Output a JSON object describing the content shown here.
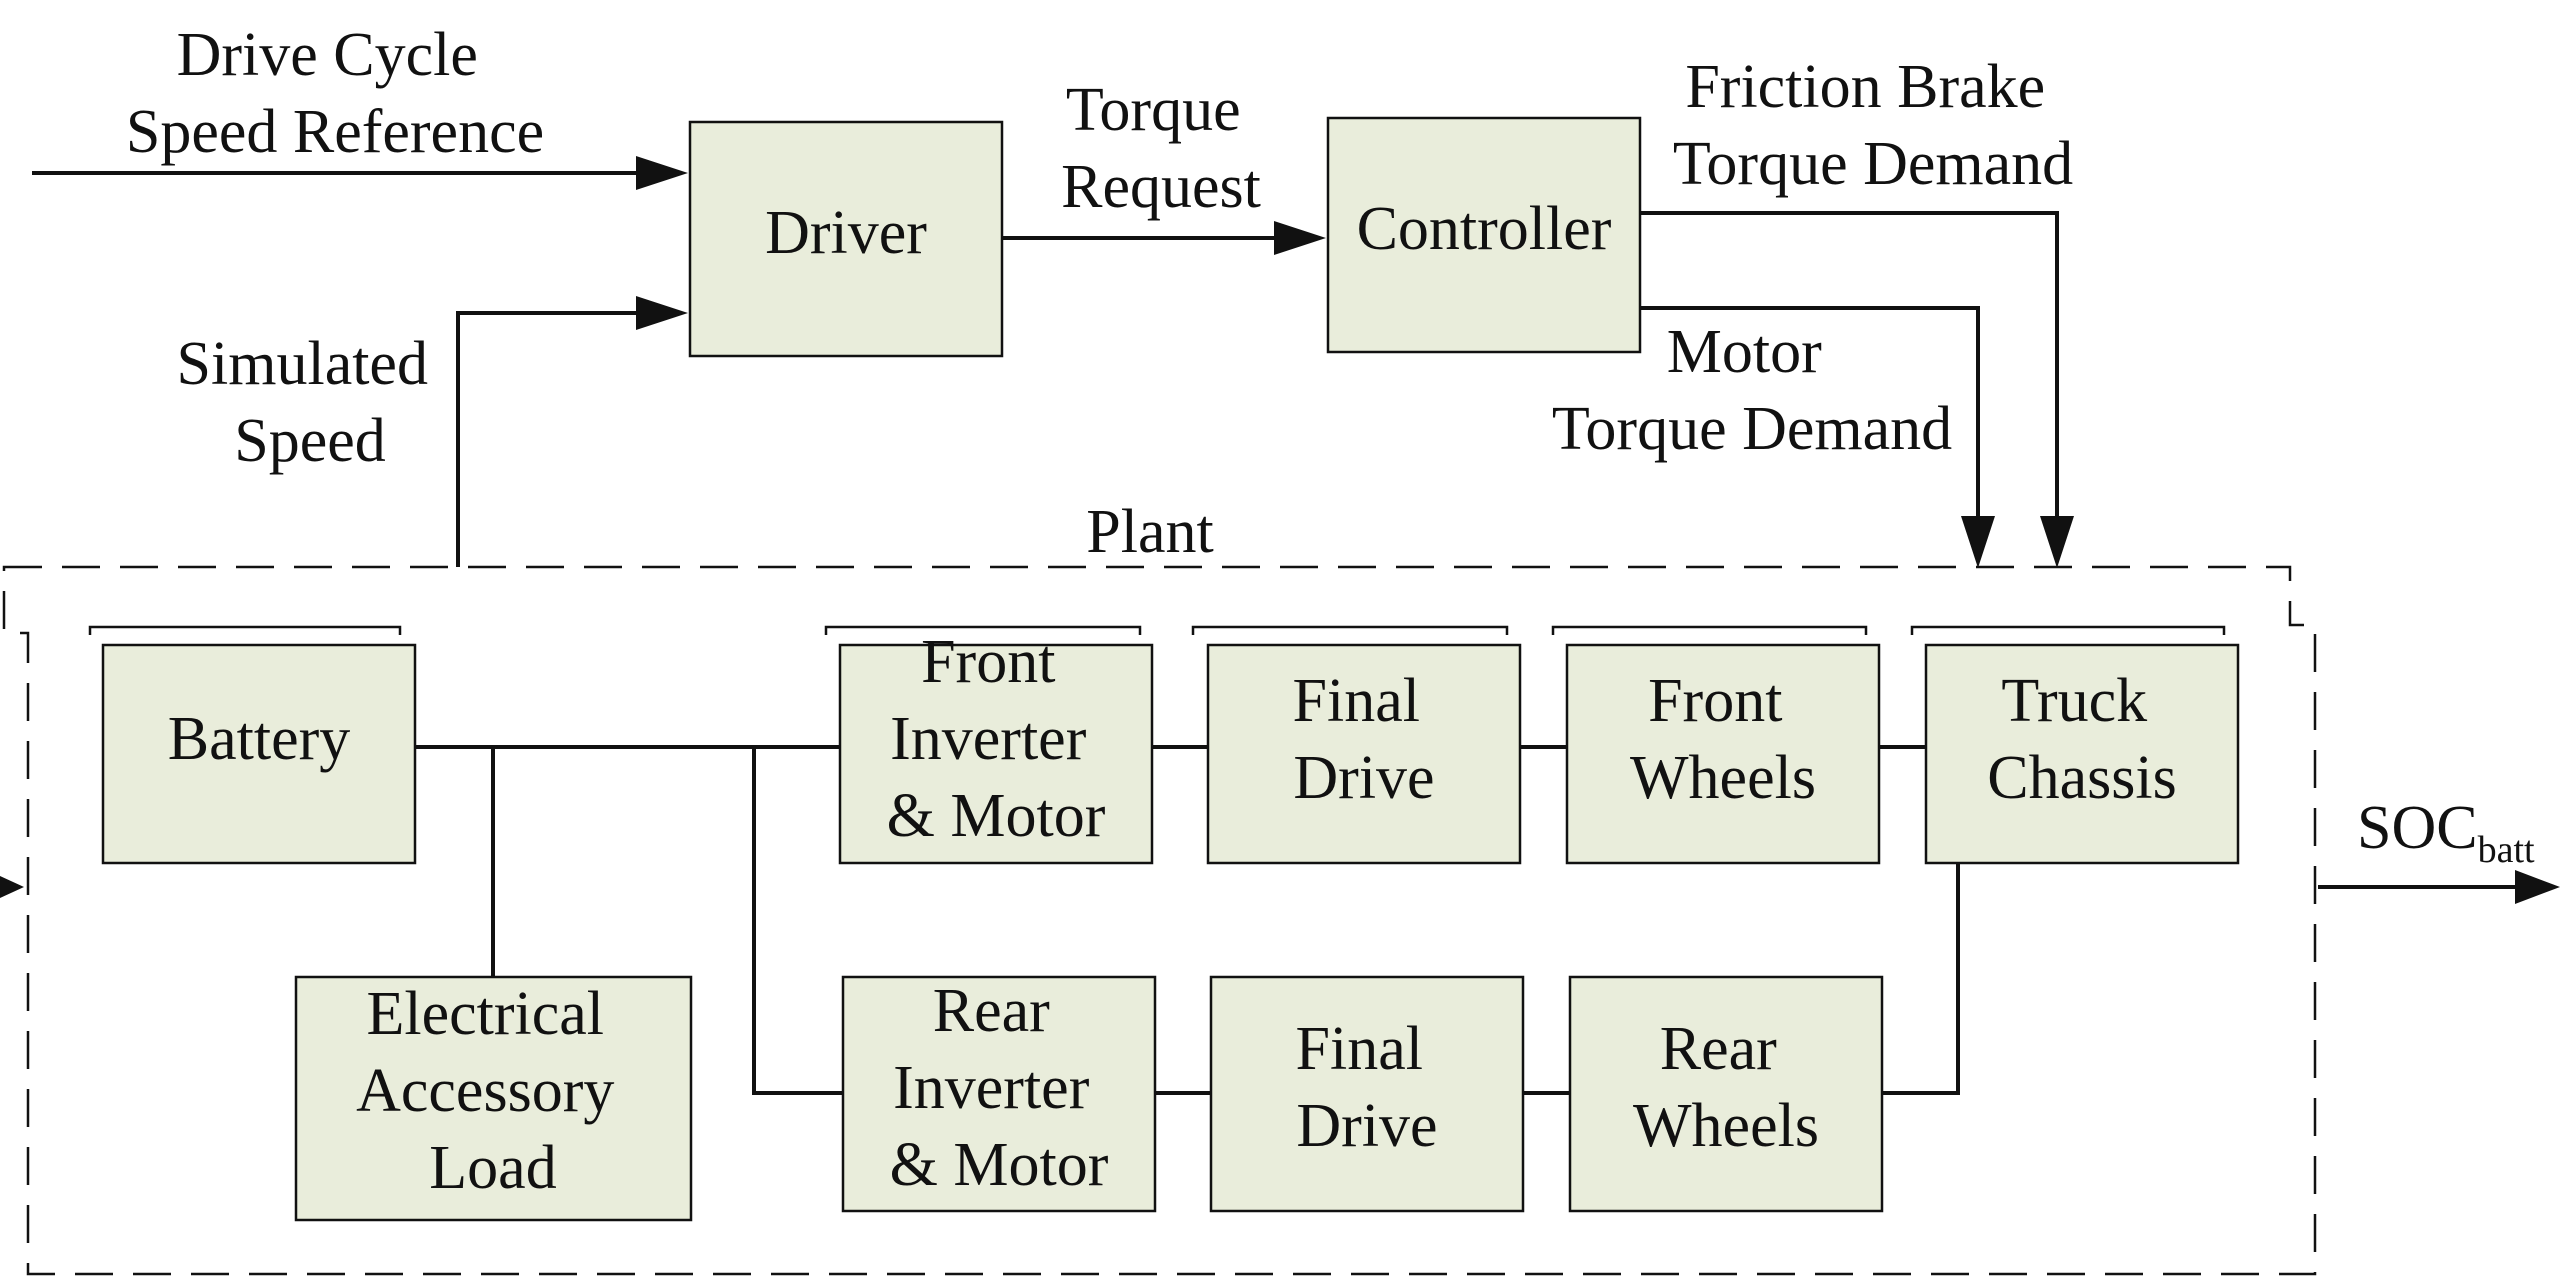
{
  "labels": {
    "drive_cycle_1": "Drive Cycle",
    "drive_cycle_2": "Speed Reference",
    "simulated_1": "Simulated",
    "simulated_2": "Speed",
    "torque_req_1": "Torque",
    "torque_req_2": "Request",
    "friction_1": "Friction Brake",
    "friction_2": "Torque Demand",
    "motor_1": "Motor",
    "motor_2": "Torque Demand",
    "plant": "Plant",
    "soc_main": "SOC",
    "soc_sub": "batt"
  },
  "blocks": {
    "driver": [
      "Driver"
    ],
    "controller": [
      "Controller"
    ],
    "battery": [
      "Battery"
    ],
    "accessory": [
      "Electrical",
      "Accessory",
      "Load"
    ],
    "front_inverter": [
      "Front",
      "Inverter",
      "& Motor"
    ],
    "front_final_drive": [
      "Final",
      "Drive"
    ],
    "front_wheels": [
      "Front",
      "Wheels"
    ],
    "truck_chassis": [
      "Truck",
      "Chassis"
    ],
    "rear_inverter": [
      "Rear",
      "Inverter",
      "& Motor"
    ],
    "rear_final_drive": [
      "Final",
      "Drive"
    ],
    "rear_wheels": [
      "Rear",
      "Wheels"
    ]
  },
  "colors": {
    "block_fill": "#e9eddb",
    "line": "#111111"
  }
}
